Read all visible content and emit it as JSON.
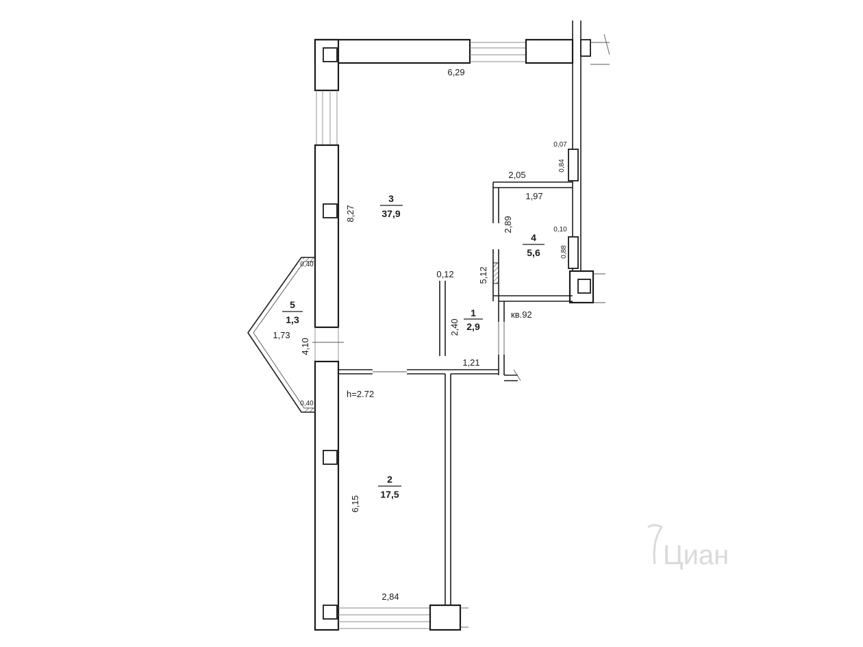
{
  "rooms": [
    {
      "number": "3",
      "area": "37,9"
    },
    {
      "number": "4",
      "area": "5,6"
    },
    {
      "number": "5",
      "area": "1,3"
    },
    {
      "number": "1",
      "area": "2,9"
    },
    {
      "number": "2",
      "area": "17,5"
    }
  ],
  "dimensions": {
    "top_width": "6,29",
    "left_height": "8,27",
    "bath_outer_width": "2,05",
    "bath_inner_width": "1,97",
    "bath_height": "2,89",
    "corridor_length": "5,12",
    "partition_thickness": "0,12",
    "hall_depth": "2,40",
    "hall_width": "1,21",
    "balcony_width": "1,73",
    "window_gap": "4,10",
    "balcony_side_top": "0,40",
    "balcony_side_bottom": "0,40",
    "bedroom_length": "6,15",
    "bottom_width": "2,84",
    "right_a": "0,07",
    "right_b": "0,84",
    "right_c": "0,10",
    "right_d": "0,88"
  },
  "annotations": {
    "apartment": "кв.92",
    "ceiling_height": "h=2.72"
  },
  "watermark": "Циан"
}
